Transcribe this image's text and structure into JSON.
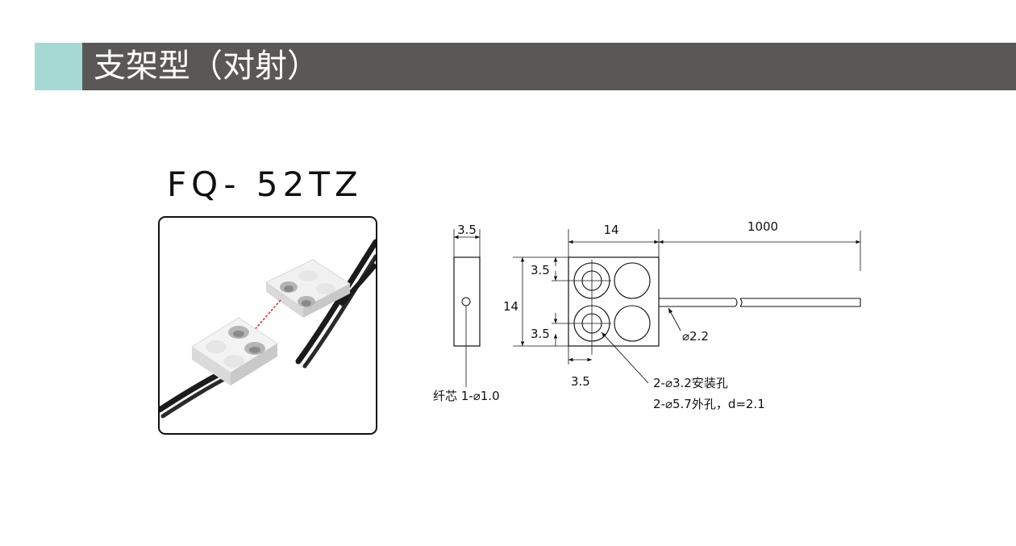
{
  "header": {
    "title": "支架型（对射）",
    "accent_color": "#a6d8d4",
    "bar_color": "#5a5856"
  },
  "product": {
    "model": "FQ- 52TZ",
    "photo_icon": "bracket-sensor-pair-icon"
  },
  "drawing": {
    "side_width": "3.5",
    "front_width": "14",
    "cable_length": "1000",
    "front_height": "14",
    "hole_offset_top": "3.5",
    "hole_offset_bottom": "3.5",
    "hole_offset_left": "3.5",
    "cable_diameter": "⌀2.2",
    "fiber_core": "纤芯 1-⌀1.0",
    "mount_hole": "2-⌀3.2安装孔",
    "outer_hole": "2-⌀5.7外孔，d=2.1"
  }
}
